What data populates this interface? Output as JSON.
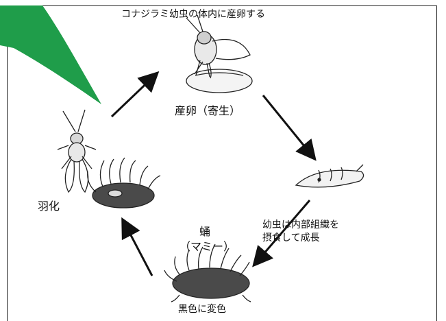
{
  "labels": {
    "top": "コナジラミ幼虫の体内に産卵する",
    "egg": "産卵（寄生）",
    "emerge": "羽化",
    "pupa": "蛹",
    "mummy": "（マミー）",
    "grow_line1": "幼虫は内部組織を",
    "grow_line2": "摂食して成長",
    "black": "黒色に変色"
  },
  "colors": {
    "leaf": "#1f9d4a",
    "ink": "#111111",
    "mummy_body": "#4a4a4a",
    "egg_spot": "#dcdcdc"
  }
}
